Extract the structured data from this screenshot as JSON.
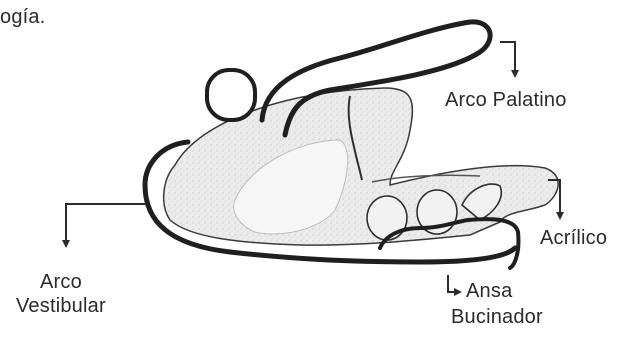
{
  "top_text": "ogía.",
  "labels": {
    "arco_palatino": "Arco Palatino",
    "acrilico": "Acrílico",
    "arco_vestibular_line1": "Arco",
    "arco_vestibular_line2": "Vestibular",
    "ansa_bucinador_line1": "Ansa",
    "ansa_bucinador_line2": "Bucinador"
  },
  "colors": {
    "ink": "#2b2b2b",
    "acrylic_fill": "#e8e8e8",
    "wire": "#1f1f1f"
  }
}
